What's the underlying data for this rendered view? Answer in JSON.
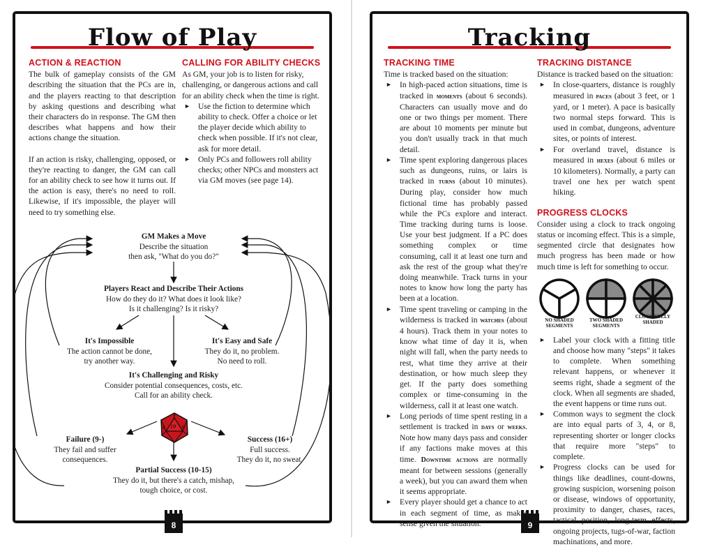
{
  "left_page": {
    "title": "Flow of Play",
    "page_number": "8",
    "action_reaction": {
      "heading": "ACTION & REACTION",
      "p1": "The bulk of gameplay consists of the GM describing the situation that the PCs are in, and the players reacting to that description by asking questions and describing what their characters do in response. The GM then describes what happens and how their actions change the situation.",
      "p2": "If an action is risky, challenging, opposed, or they're reacting to danger, the GM can call for an ability check to see how it turns out. If the action is easy, there's no need to roll. Likewise, if it's impossible, the player will need to try something else."
    },
    "ability_checks": {
      "heading": "CALLING FOR ABILITY CHECKS",
      "intro": "As GM, your job is to listen for risky, challenging, or dangerous actions and call for an ability check when the time is right.",
      "bullets": [
        "Use the fiction to determine which ability to check. Offer a choice or let the player decide which ability to check when possible. If it's not clear, ask for more detail.",
        "Only PCs and followers roll ability checks; other NPCs and monsters act via GM moves (see page 14)."
      ]
    },
    "flowchart": {
      "gm_move": {
        "title": "GM Makes a Move",
        "l1": "Describe the situation",
        "l2": "then ask, \"What do you do?\""
      },
      "players_react": {
        "title": "Players React and Describe Their Actions",
        "l1": "How do they do it? What does it look like?",
        "l2": "Is it challenging? Is it risky?"
      },
      "impossible": {
        "title": "It's Impossible",
        "l1": "The action cannot be done,",
        "l2": "try another way."
      },
      "easy": {
        "title": "It's Easy and Safe",
        "l1": "They do it, no problem.",
        "l2": "No need to roll."
      },
      "challenging": {
        "title": "It's Challenging and Risky",
        "l1": "Consider potential consequences, costs, etc.",
        "l2": "Call for an ability check."
      },
      "die_faces": [
        "7",
        "19",
        "6",
        "4"
      ],
      "failure": {
        "title": "Failure (9-)",
        "l1": "They fail and suffer",
        "l2": "consequences."
      },
      "success": {
        "title": "Success (16+)",
        "l1": "Full success.",
        "l2": "They do it, no sweat."
      },
      "partial": {
        "title": "Partial Success (10-15)",
        "l1": "They do it, but there's a catch, mishap,",
        "l2": "tough choice, or cost."
      }
    }
  },
  "right_page": {
    "title": "Tracking",
    "page_number": "9",
    "tracking_time": {
      "heading": "TRACKING TIME",
      "intro": "Time is tracked based on the situation:",
      "b1": [
        "In high-paced action situations, time is tracked in ",
        "moments",
        " (about 6 seconds). Characters can usually move and do one or two things per moment. There are about 10 moments per minute but you don't usually track in that much detail."
      ],
      "b2": [
        "Time spent exploring dangerous places such as dungeons, ruins, or lairs is tracked in ",
        "turns",
        " (about 10 minutes). During play, consider how much fictional time has probably passed while the PCs explore and interact. Time tracking during turns is loose. Use your best judgment. If a PC does something complex or time consuming, call it at least one turn and ask the rest of the group what they're doing meanwhile. Track turns in your notes to know how long the party has been at a location."
      ],
      "b3": [
        "Time spent traveling or camping in the wilderness is tracked in ",
        "watches",
        " (about 4 hours). Track them in your notes to know what time of day it is, when night will fall, when the party needs to rest, what time they arrive at their destination, or how much sleep they get. If the party does something complex or time-consuming in the wilderness, call it at least one watch."
      ],
      "b4": [
        "Long periods of time spent resting in a settlement is tracked in ",
        "days",
        " or ",
        "weeks",
        ". Note how many days pass and consider if any factions make moves at this time. ",
        "Downtime actions",
        " are normally meant for between sessions (generally a week), but you can award them when it seems appropriate."
      ],
      "b5": "Every player should get a chance to act in each segment of time, as makes sense given the situation."
    },
    "tracking_distance": {
      "heading": "TRACKING DISTANCE",
      "intro": "Distance is tracked based on the situation:",
      "b1": [
        "In close-quarters, distance is roughly measured in ",
        "paces",
        " (about 3 feet, or 1 yard, or 1 meter). A pace is basically two normal steps forward. This is used in combat, dungeons, adventure sites, or points of interest."
      ],
      "b2": [
        "For overland travel, distance is measured in ",
        "hexes",
        " (about 6 miles or 10 kilometers). Normally, a party can travel one hex per watch spent hiking."
      ]
    },
    "progress_clocks": {
      "heading": "PROGRESS CLOCKS",
      "intro": "Consider using a clock to track ongoing status or incoming effect. This is a simple, segmented circle that designates how much progress has been made or how much time is left for something to occur.",
      "clocks": [
        {
          "label": "NO SHADED SEGMENTS",
          "segments": 3,
          "shaded": 0
        },
        {
          "label": "TWO SHADED SEGMENTS",
          "segments": 4,
          "shaded": 2
        },
        {
          "label": "CLOCK FULLY SHADED",
          "segments": 8,
          "shaded": 8
        }
      ],
      "bullets": [
        "Label your clock with a fitting title and choose how many \"steps\" it takes to complete. When something relevant happens, or whenever it seems right, shade a segment of the clock. When all segments are shaded, the event happens or time runs out.",
        "Common ways to segment the clock are into equal parts of 3, 4, or 8, representing shorter or longer clocks that require more \"steps\" to complete.",
        "Progress clocks can be used for things like deadlines, count-downs, growing suspicion, worsening poison or disease, windows of opportunity, proximity to danger, chases, races, tactical position, long-term effects, ongoing projects, tugs-of-war, faction machinations, and more."
      ]
    },
    "colors": {
      "accent": "#d0121b",
      "shade": "#8a8a8a"
    }
  }
}
